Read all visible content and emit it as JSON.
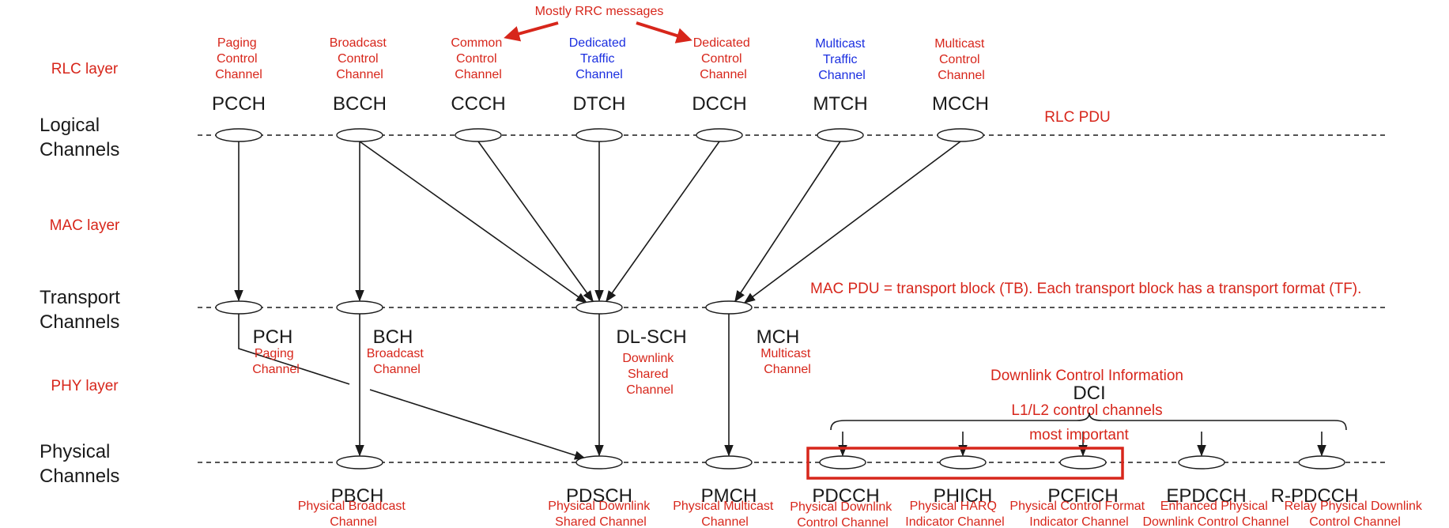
{
  "colors": {
    "annotation": "#d7261b",
    "dedicated": "#1b2fe0",
    "text": "#1a1a1a"
  },
  "layers": {
    "rlc": "RLC layer",
    "mac": "MAC layer",
    "phy": "PHY layer"
  },
  "rows": {
    "logical": [
      "Logical",
      "Channels"
    ],
    "transport": [
      "Transport",
      "Channels"
    ],
    "physical": [
      "Physical",
      "Channels"
    ]
  },
  "annotations": {
    "rrc": "Mostly RRC messages",
    "rlc_pdu": "RLC PDU",
    "mac_pdu": "MAC PDU = transport block (TB). Each transport block has a transport format (TF).",
    "dci_desc": "Downlink Control Information",
    "dci": "DCI",
    "l1l2": "L1/L2 control channels",
    "important": "most important"
  },
  "logical_channels": [
    {
      "abbr": "PCCH",
      "desc": [
        "Paging",
        "Control",
        "Channel"
      ]
    },
    {
      "abbr": "BCCH",
      "desc": [
        "Broadcast",
        "Control",
        "Channel"
      ]
    },
    {
      "abbr": "CCCH",
      "desc": [
        "Common",
        "Control",
        "Channel"
      ]
    },
    {
      "abbr": "DTCH",
      "desc": [
        "Dedicated",
        "Traffic",
        "Channel"
      ]
    },
    {
      "abbr": "DCCH",
      "desc": [
        "Dedicated",
        "Control",
        "Channel"
      ]
    },
    {
      "abbr": "MTCH",
      "desc": [
        "Multicast",
        "Traffic",
        "Channel"
      ]
    },
    {
      "abbr": "MCCH",
      "desc": [
        "Multicast",
        "Control",
        "Channel"
      ]
    }
  ],
  "transport_channels": [
    {
      "abbr": "PCH",
      "desc": [
        "Paging",
        "Channel"
      ]
    },
    {
      "abbr": "BCH",
      "desc": [
        "Broadcast",
        "Channel"
      ]
    },
    {
      "abbr": "DL-SCH",
      "desc": [
        "Downlink",
        "Shared",
        "Channel"
      ]
    },
    {
      "abbr": "MCH",
      "desc": [
        "Multicast",
        "Channel"
      ]
    }
  ],
  "physical_channels": [
    {
      "abbr": "PBCH",
      "desc": [
        "Physical Broadcast",
        "Channel"
      ]
    },
    {
      "abbr": "PDSCH",
      "desc": [
        "Physical Downlink",
        "Shared Channel"
      ]
    },
    {
      "abbr": "PMCH",
      "desc": [
        "Physical Multicast",
        "Channel"
      ]
    },
    {
      "abbr": "PDCCH",
      "desc": [
        "Physical Downlink",
        "Control Channel"
      ]
    },
    {
      "abbr": "PHICH",
      "desc": [
        "Physical HARQ",
        "Indicator Channel"
      ]
    },
    {
      "abbr": "PCFICH",
      "desc": [
        "Physical Control Format",
        "Indicator Channel"
      ]
    },
    {
      "abbr": "EPDCCH",
      "desc": [
        "Enhanced Physical",
        "Downlink Control Channel"
      ]
    },
    {
      "abbr": "R-PDCCH",
      "desc": [
        "Relay Physical Downlink",
        "Control Channel"
      ]
    }
  ]
}
